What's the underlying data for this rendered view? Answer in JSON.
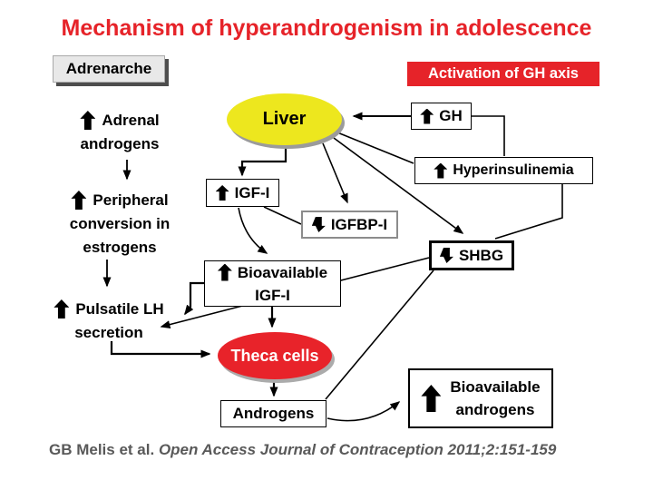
{
  "title": "Mechanism of hyperandrogenism in adolescence",
  "colors": {
    "accent_red": "#E62329",
    "liver_yellow": "#EDE71E",
    "theca_red": "#E8232A",
    "citation_gray": "#595959"
  },
  "nodes": {
    "adrenarche": {
      "label": "Adrenarche"
    },
    "activation_gh_axis": {
      "label": "Activation of GH axis"
    },
    "liver": {
      "label": "Liver"
    },
    "gh": {
      "arrow": "up",
      "label": "GH"
    },
    "hyperinsulinemia": {
      "arrow": "up",
      "label": "Hyperinsulinemia"
    },
    "igf1": {
      "arrow": "up",
      "label": "IGF-I"
    },
    "igfbp1": {
      "arrow": "down",
      "label": "IGFBP-I"
    },
    "shbg": {
      "arrow": "down",
      "label": "SHBG"
    },
    "bioavailable_igf1": {
      "arrow": "up",
      "label": "Bioavailable\nIGF-I"
    },
    "adrenal_androgens": {
      "arrow": "up",
      "label": "Adrenal\nandrogens"
    },
    "peripheral_conversion": {
      "arrow": "up",
      "label": "Peripheral\nconversion in\nestrogens"
    },
    "pulsatile_lh": {
      "arrow": "up",
      "label": "Pulsatile LH\nsecretion"
    },
    "theca_cells": {
      "label": "Theca cells"
    },
    "androgens": {
      "label": "Androgens"
    },
    "bioavailable_androgens": {
      "arrow": "up",
      "label": "Bioavailable\nandrogens"
    }
  },
  "citation": {
    "authors": "GB Melis et al. ",
    "source": "Open Access Journal of Contraception 2011;2:151-159"
  }
}
